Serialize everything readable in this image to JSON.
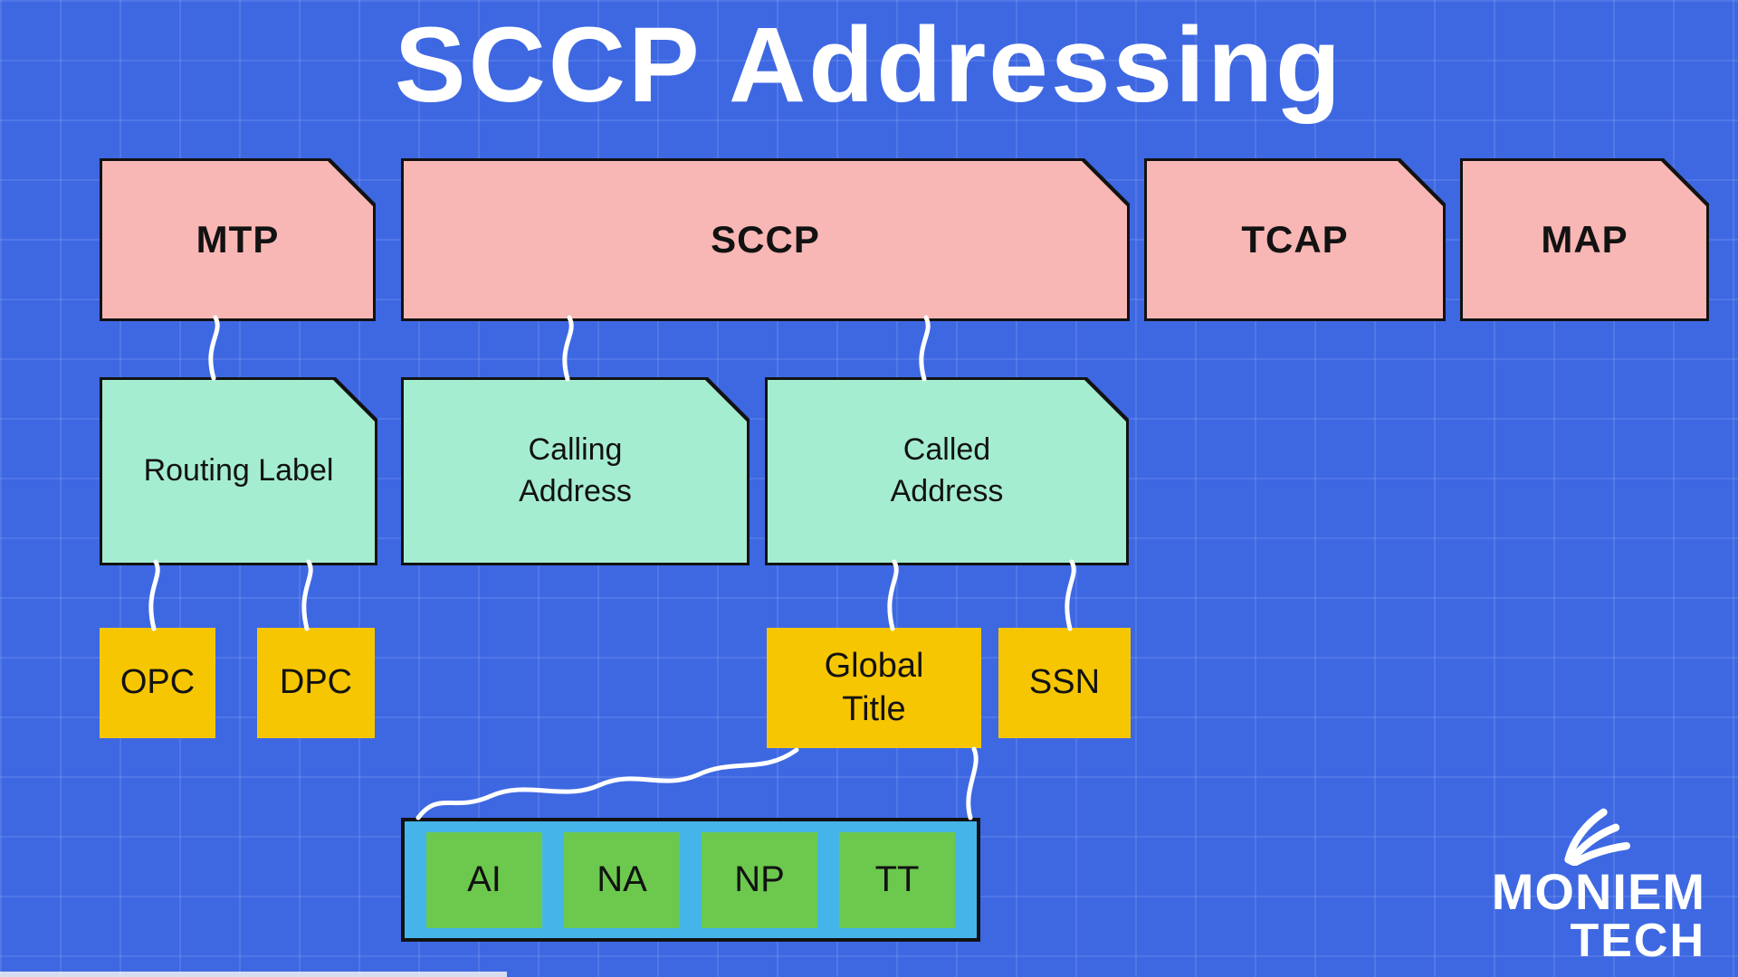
{
  "title": "SCCP Addressing",
  "protocol_row": {
    "mtp": "MTP",
    "sccp": "SCCP",
    "tcap": "TCAP",
    "map": "MAP"
  },
  "address_row": {
    "routing_label": "Routing Label",
    "calling_address": "Calling Address",
    "called_address": "Called Address"
  },
  "param_row": {
    "opc": "OPC",
    "dpc": "DPC",
    "global_title": "Global Title",
    "ssn": "SSN"
  },
  "global_title_fields": {
    "ai": "AI",
    "na": "NA",
    "np": "NP",
    "tt": "TT"
  },
  "logo": {
    "line1": "MONIEM",
    "line2": "TECH"
  },
  "colors": {
    "background": "#3E68E2",
    "protocol_box": "#F8B7B4",
    "address_box": "#A5EDD0",
    "param_box": "#F7C602",
    "fields_bar": "#45B5E9",
    "field_box": "#6CC94E",
    "connector": "#FFFFFF",
    "title_text": "#FFFFFF",
    "box_text": "#121212"
  }
}
